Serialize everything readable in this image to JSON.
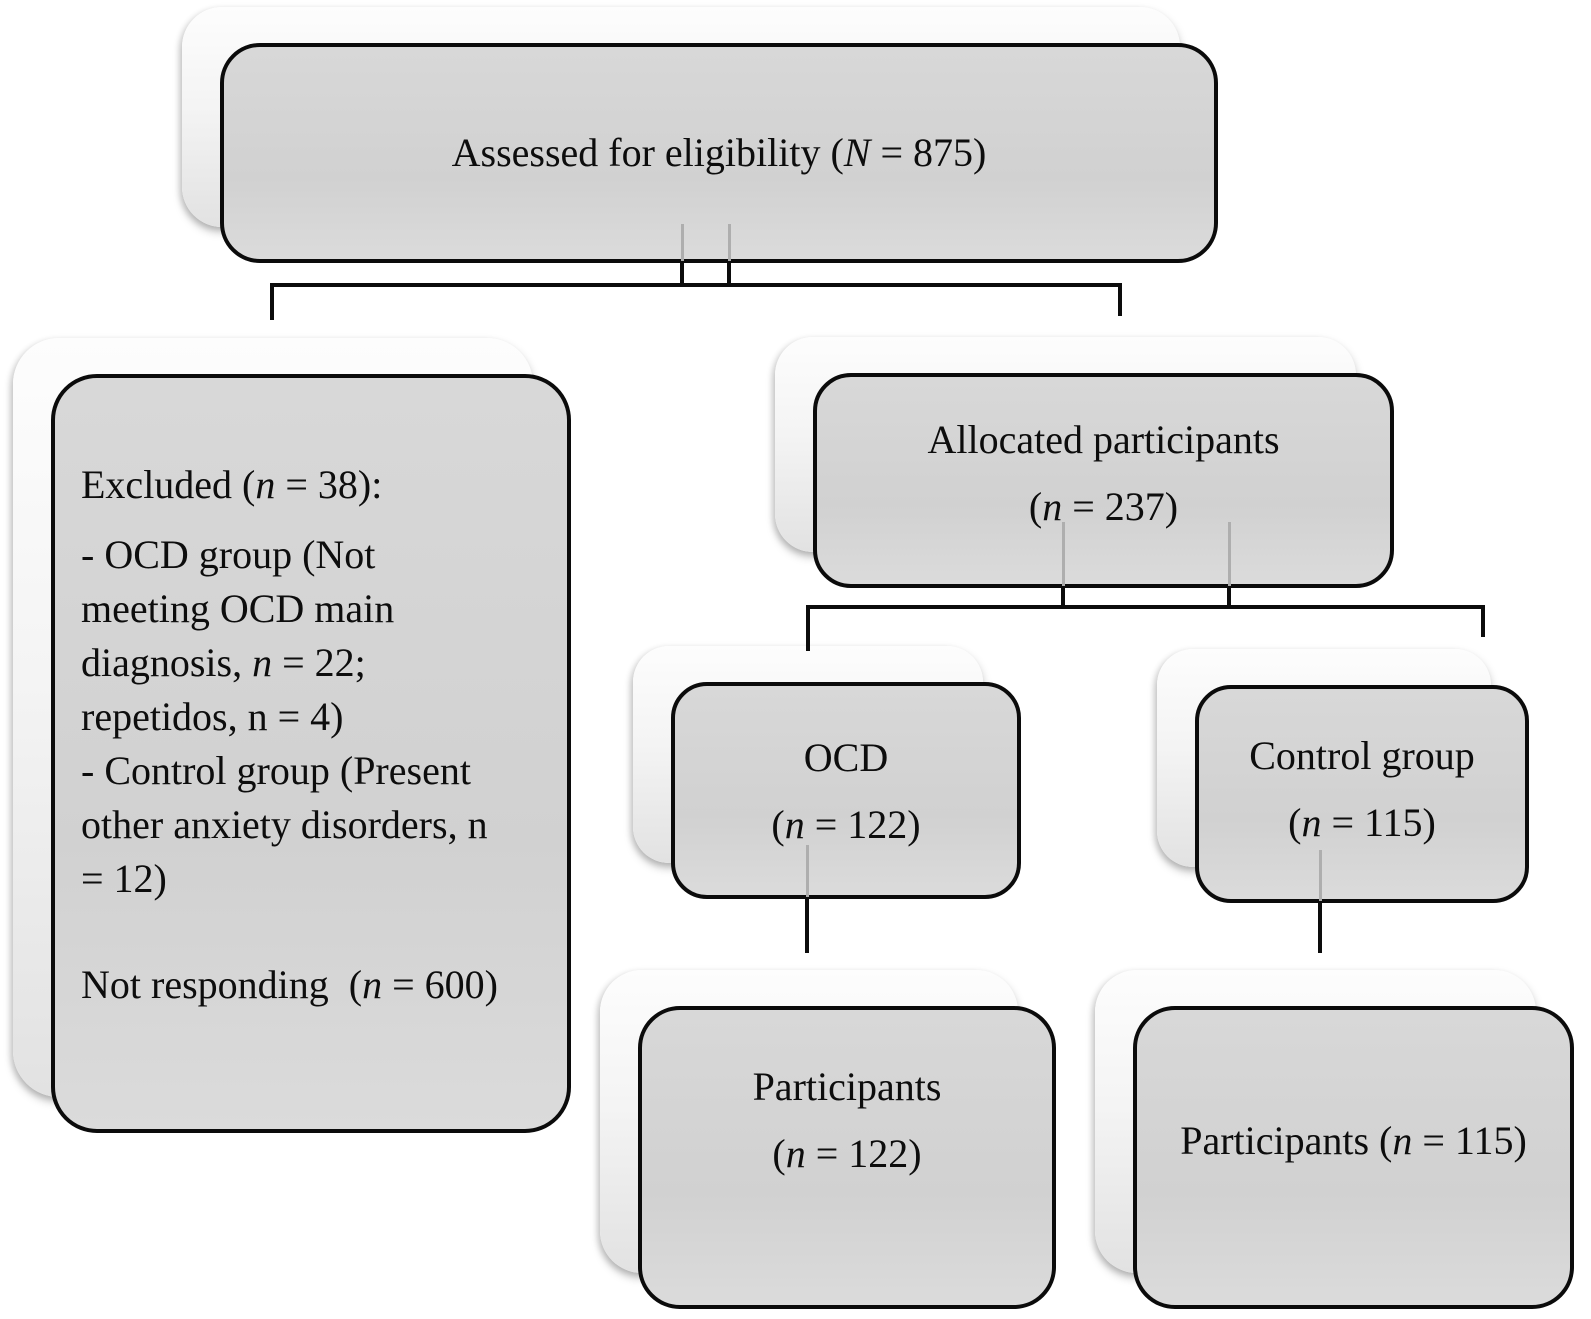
{
  "diagram": {
    "kind": "participant-flow-diagram",
    "colors": {
      "background": "#ffffff",
      "box_fill": "#d3d3d3",
      "box_border": "#0b0b0b",
      "shadow_fill": "#f2f2f2",
      "connector": "#0c0c0c"
    },
    "assessed": {
      "pre": "Assessed for eligibility (",
      "n": "N",
      "post": " = 875)"
    },
    "excluded": {
      "heading_pre": "Excluded (",
      "heading_n": "n",
      "heading_post": " = 38):",
      "ocd_line1": "- OCD group (Not",
      "ocd_line2": "meeting OCD main",
      "ocd_line3_pre": "diagnosis, ",
      "ocd_line3_n": "n",
      "ocd_line3_post": " = 22;",
      "ocd_line4": "repetidos, n = 4)",
      "control_line1": "- Control group (Present",
      "control_line2": "other anxiety disorders, n",
      "control_line3": "= 12)",
      "notresponding_pre": "Not responding  (",
      "notresponding_n": "n",
      "notresponding_post": " = 600)"
    },
    "allocated": {
      "line1": "Allocated participants",
      "pre": "(",
      "n": "n",
      "post": " = 237)"
    },
    "ocd": {
      "line1": "OCD",
      "pre": "(",
      "n": "n",
      "post": " = 122)"
    },
    "control": {
      "line1": "Control group",
      "pre": "(",
      "n": "n",
      "post": " = 115)"
    },
    "participants_ocd": {
      "line1": "Participants",
      "pre": "(",
      "n": "n",
      "post": " = 122)"
    },
    "participants_control": {
      "pre": "Participants (",
      "n": "n",
      "post": " = 115)"
    }
  }
}
